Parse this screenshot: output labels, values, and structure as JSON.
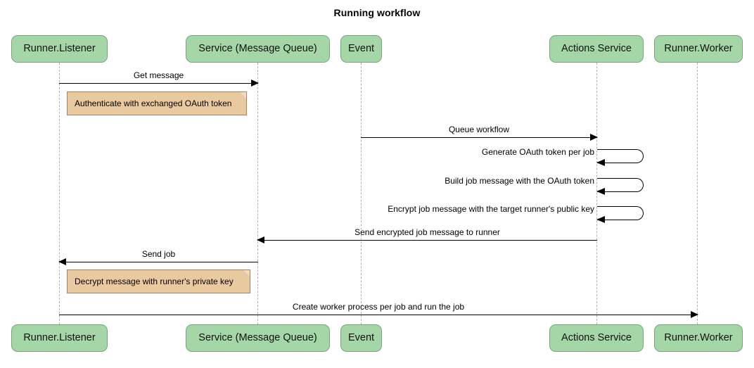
{
  "title": "Running workflow",
  "colors": {
    "participant_fill": "#a5d6a7",
    "participant_border": "#78a47b",
    "note_fill": "#e8c9a0",
    "note_border": "#a8845a",
    "lifeline": "#b3b3b3",
    "arrow": "#000000",
    "background": "#ffffff"
  },
  "participants": [
    {
      "id": "runner-listener",
      "label": "Runner.Listener"
    },
    {
      "id": "service-mq",
      "label": "Service (Message Queue)"
    },
    {
      "id": "event",
      "label": "Event"
    },
    {
      "id": "actions-service",
      "label": "Actions Service"
    },
    {
      "id": "runner-worker",
      "label": "Runner.Worker"
    }
  ],
  "messages": [
    {
      "id": "get-message",
      "label": "Get message",
      "from": "runner-listener",
      "to": "service-mq",
      "direction": "right"
    },
    {
      "id": "queue-workflow",
      "label": "Queue workflow",
      "from": "event",
      "to": "actions-service",
      "direction": "right"
    },
    {
      "id": "send-encrypted",
      "label": "Send encrypted job message to runner",
      "from": "actions-service",
      "to": "service-mq",
      "direction": "left"
    },
    {
      "id": "send-job",
      "label": "Send job",
      "from": "service-mq",
      "to": "runner-listener",
      "direction": "left"
    },
    {
      "id": "create-worker",
      "label": "Create worker process per job and run the job",
      "from": "runner-listener",
      "to": "runner-worker",
      "direction": "right"
    }
  ],
  "self_messages": [
    {
      "id": "generate-token",
      "label": "Generate OAuth token per job",
      "on": "actions-service"
    },
    {
      "id": "build-job",
      "label": "Build job message with the OAuth token",
      "on": "actions-service"
    },
    {
      "id": "encrypt-job",
      "label": "Encrypt job message with the target runner's public key",
      "on": "actions-service"
    }
  ],
  "notes": [
    {
      "id": "note-authenticate",
      "label": "Authenticate with exchanged OAuth token",
      "on": "runner-listener"
    },
    {
      "id": "note-decrypt",
      "label": "Decrypt message with runner's private key",
      "on": "runner-listener"
    }
  ]
}
